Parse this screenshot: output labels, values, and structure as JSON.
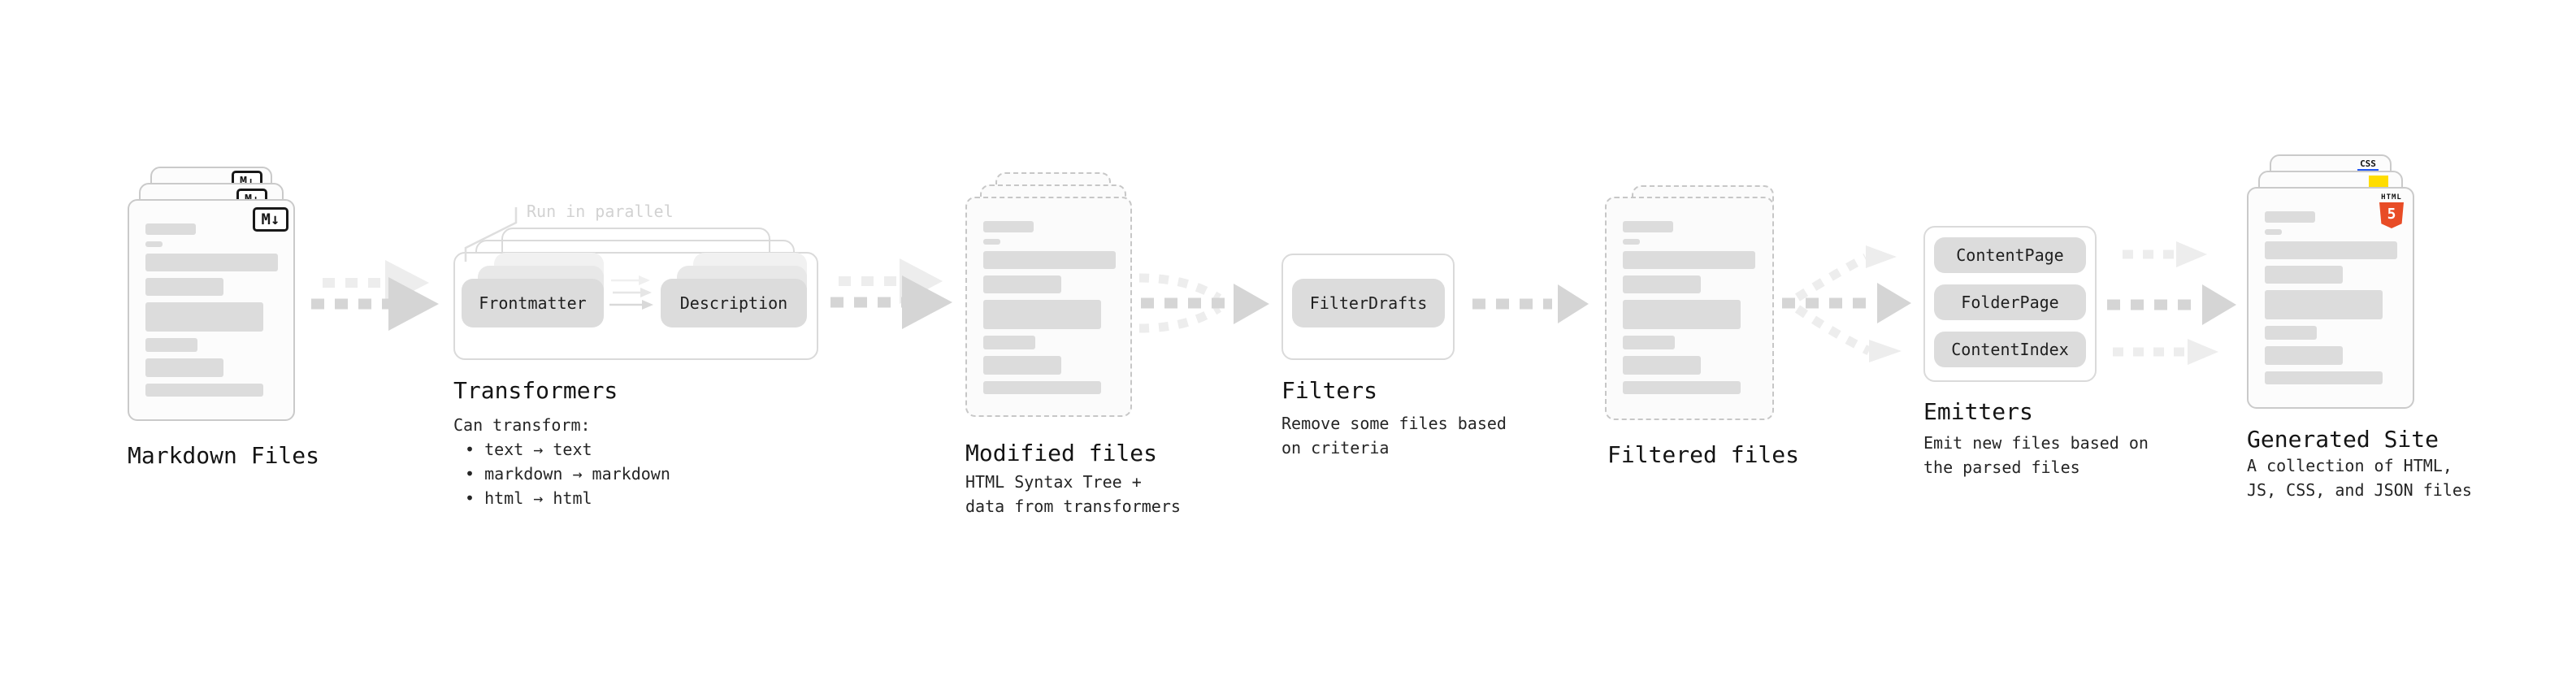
{
  "colors": {
    "arrow_dark": "#d5d5d5",
    "arrow_light": "#ededed",
    "pill_bg": "#dcdcdc",
    "bar": "#dcdcdc",
    "card_border": "#cacaca",
    "box_border": "#dadada",
    "annotation_gray": "#d2d2d2",
    "js_yellow": "#ffdd00",
    "css_blue": "#2156f3",
    "html5_orange": "#e84c26"
  },
  "nodes": {
    "markdown_files": {
      "title": "Markdown Files",
      "badge": "M↓"
    },
    "transformers": {
      "title": "Transformers",
      "annotation": "Run in parallel",
      "pills": [
        "Frontmatter",
        "Description"
      ],
      "note": "Can transform:",
      "bullets": [
        "• text → text",
        "• markdown → markdown",
        "• html → html"
      ]
    },
    "modified_files": {
      "title": "Modified files",
      "subtitle_lines": [
        "HTML Syntax Tree +",
        "data from transformers"
      ]
    },
    "filters": {
      "title": "Filters",
      "pills": [
        "FilterDrafts"
      ],
      "subtitle_lines": [
        "Remove some files based",
        "on criteria"
      ]
    },
    "filtered_files": {
      "title": "Filtered files"
    },
    "emitters": {
      "title": "Emitters",
      "pills": [
        "ContentPage",
        "FolderPage",
        "ContentIndex"
      ],
      "subtitle_lines": [
        "Emit new files based on",
        "the parsed files"
      ]
    },
    "generated_site": {
      "title": "Generated Site",
      "subtitle_lines": [
        "A collection of HTML,",
        "JS, CSS, and JSON files"
      ],
      "badges": {
        "html_word": "HTML",
        "html_number": "5",
        "css": "CSS"
      }
    }
  }
}
